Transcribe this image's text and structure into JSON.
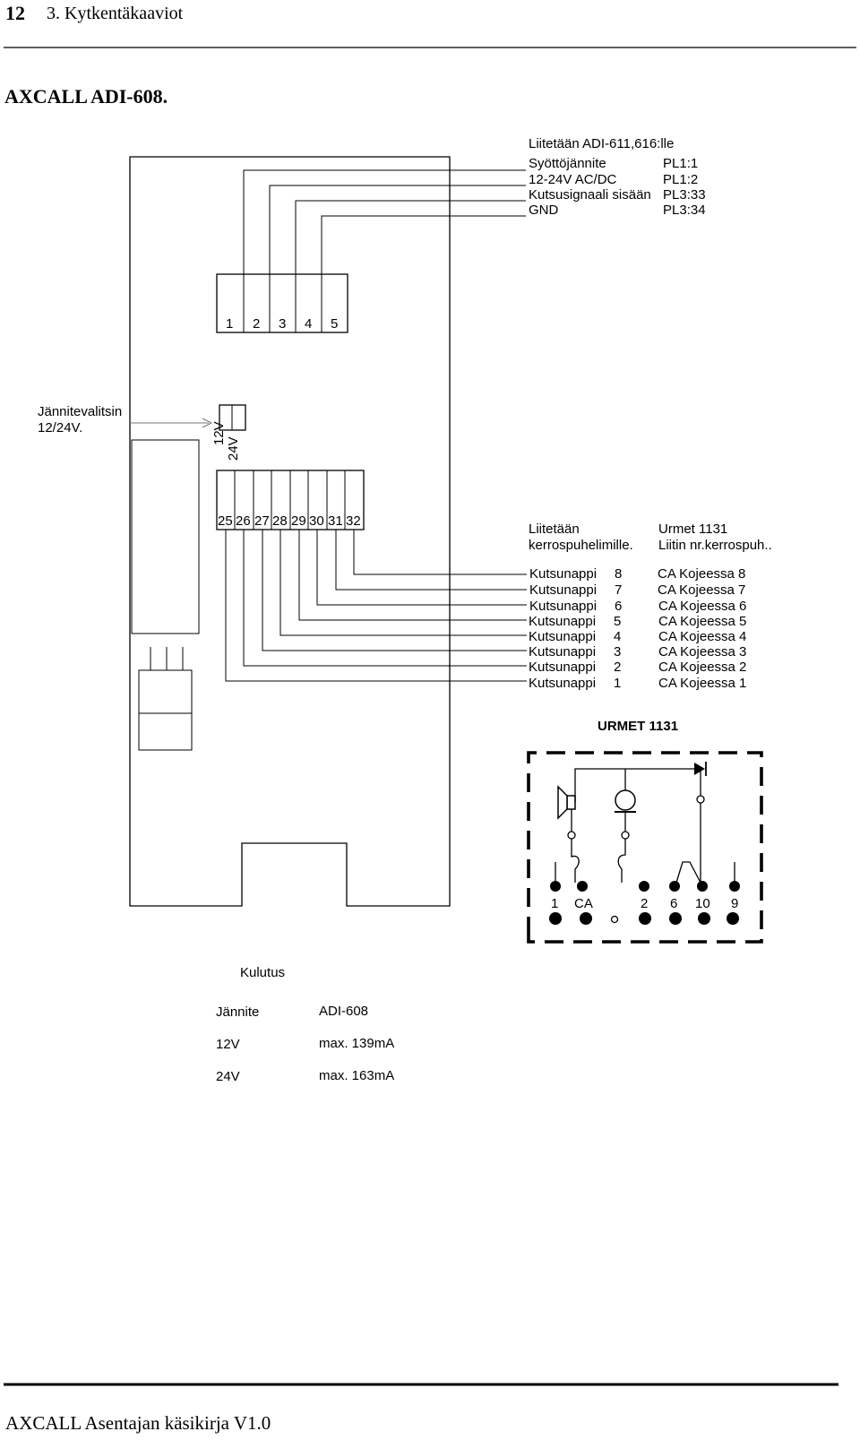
{
  "header": {
    "page_number": "12",
    "chapter": "3. Kytkentäkaaviot"
  },
  "title": "AXCALL ADI-608.",
  "power_block": {
    "heading": "Liitetään ADI-611,616:lle",
    "rows": [
      {
        "label": "Syöttöjännite",
        "pin": "PL1:1"
      },
      {
        "label": "12-24V AC/DC",
        "pin": "PL1:2"
      },
      {
        "label": "Kutsusignaali sisään",
        "pin": "PL3:33"
      },
      {
        "label": "GND",
        "pin": "PL3:34"
      }
    ]
  },
  "terminal_top": [
    "1",
    "2",
    "3",
    "4",
    "5"
  ],
  "voltage_selector": {
    "label_line1": "Jännitevalitsin",
    "label_line2": "12/24V.",
    "opt1": "12V",
    "opt2": "24V"
  },
  "terminal_mid": [
    "25",
    "26",
    "27",
    "28",
    "29",
    "30",
    "31",
    "32"
  ],
  "connect_block": {
    "left_line1": "Liitetään",
    "left_line2": "kerrospuhelimille.",
    "right_line1": "Urmet 1131",
    "right_line2": "Liitin nr.kerrospuh..",
    "rows": [
      {
        "label": "Kutsunappi",
        "num": "8",
        "target": "CA Kojeessa 8"
      },
      {
        "label": "Kutsunappi",
        "num": "7",
        "target": "CA Kojeessa 7"
      },
      {
        "label": "Kutsunappi",
        "num": "6",
        "target": "CA Kojeessa 6"
      },
      {
        "label": "Kutsunappi",
        "num": "5",
        "target": "CA Kojeessa 5"
      },
      {
        "label": "Kutsunappi",
        "num": "4",
        "target": "CA Kojeessa 4"
      },
      {
        "label": "Kutsunappi",
        "num": "3",
        "target": "CA Kojeessa 3"
      },
      {
        "label": "Kutsunappi",
        "num": "2",
        "target": "CA Kojeessa 2"
      },
      {
        "label": "Kutsunappi",
        "num": "1",
        "target": "CA Kojeessa 1"
      }
    ]
  },
  "urmet": {
    "title": "URMET 1131",
    "terminals": [
      "1",
      "CA",
      "2",
      "6",
      "10",
      "9"
    ]
  },
  "consumption": {
    "title": "Kulutus",
    "col1_header": "Jännite",
    "col2_header": "ADI-608",
    "rows": [
      {
        "voltage": "12V",
        "current": "max. 139mA"
      },
      {
        "voltage": "24V",
        "current": "max. 163mA"
      }
    ]
  },
  "footer": "AXCALL Asentajan käsikirja V1.0"
}
